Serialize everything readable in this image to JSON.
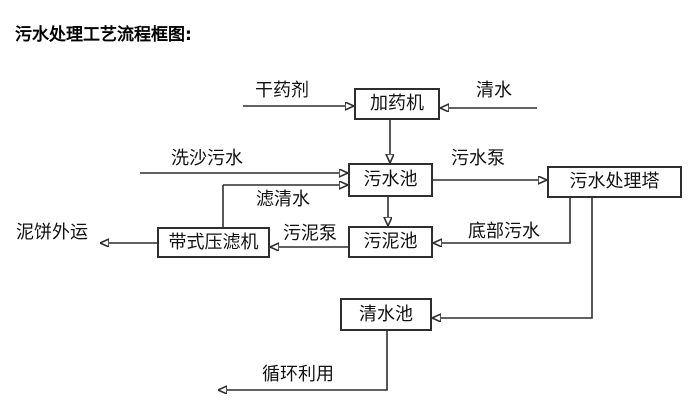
{
  "title": "污水处理工艺流程框图:",
  "diagram": {
    "nodes": {
      "dosing_machine": "加药机",
      "sewage_pool": "污水池",
      "treatment_tower": "污水处理塔",
      "sludge_pool": "污泥池",
      "belt_filter_press": "带式压滤机",
      "clear_water_pool": "清水池"
    },
    "labels": {
      "dry_chemical": "干药剂",
      "clear_water": "清水",
      "sand_washing_sewage": "洗沙污水",
      "filtered_water": "滤清水",
      "sewage_pump": "污水泵",
      "sludge_pump": "污泥泵",
      "bottom_sewage": "底部污水",
      "mud_cake_out": "泥饼外运",
      "recycle_use": "循环利用"
    },
    "colors": {
      "line": "#2e2e2e",
      "text": "#111111",
      "background": "#ffffff"
    }
  }
}
